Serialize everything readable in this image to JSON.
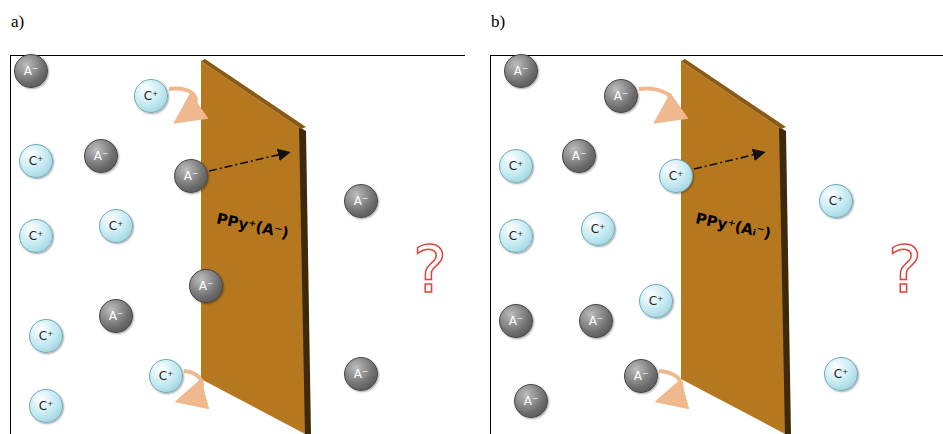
{
  "diagram": {
    "nodes": [
      {
        "text": [
          "a)"
        ]
      },
      {
        "text": [
          "PPy⁺(A⁻)"
        ],
        "in": 0
      },
      {
        "text": [
          "A⁻"
        ],
        "in": 0
      },
      {
        "text": [
          "C⁺"
        ],
        "in": 0
      },
      {
        "text": [
          "A⁻"
        ],
        "in": 0
      },
      {
        "text": [
          "C⁺"
        ],
        "in": 0
      },
      {
        "text": [
          "A⁻"
        ],
        "in": 0
      },
      {
        "text": [
          "C⁺"
        ],
        "in": 0
      },
      {
        "text": [
          "C⁺"
        ],
        "in": 0
      },
      {
        "text": [
          "A⁻"
        ],
        "in": 0
      },
      {
        "text": [
          "A⁻"
        ],
        "in": 0
      },
      {
        "text": [
          "C⁺"
        ],
        "in": 0
      },
      {
        "text": [
          "C⁺"
        ],
        "in": 0
      },
      {
        "text": [
          "C⁺"
        ],
        "in": 0
      },
      {
        "text": [
          "A⁻"
        ],
        "in": 0
      },
      {
        "text": [
          "A⁻"
        ],
        "in": 0
      },
      {
        "text": [
          "b)"
        ]
      },
      {
        "text": [
          "PPy⁺(Aᵢ⁻)"
        ],
        "in": 16
      },
      {
        "text": [
          "A⁻"
        ],
        "in": 16
      },
      {
        "text": [
          "A⁻"
        ],
        "in": 16
      },
      {
        "text": [
          "C⁺"
        ],
        "in": 16
      },
      {
        "text": [
          "A⁻"
        ],
        "in": 16
      },
      {
        "text": [
          "C⁺"
        ],
        "in": 16
      },
      {
        "text": [
          "C⁺"
        ],
        "in": 16
      },
      {
        "text": [
          "C⁺"
        ],
        "in": 16
      },
      {
        "text": [
          "C⁺"
        ],
        "in": 16
      },
      {
        "text": [
          "A⁻"
        ],
        "in": 16
      },
      {
        "text": [
          "A⁻"
        ],
        "in": 16
      },
      {
        "text": [
          "A⁻"
        ],
        "in": 16
      },
      {
        "text": [
          "A⁻"
        ],
        "in": 16
      },
      {
        "text": [
          "C⁺"
        ],
        "in": 16
      },
      {
        "text": [
          "C⁺"
        ],
        "in": 16
      }
    ],
    "labels": [
      "?",
      "?"
    ]
  }
}
